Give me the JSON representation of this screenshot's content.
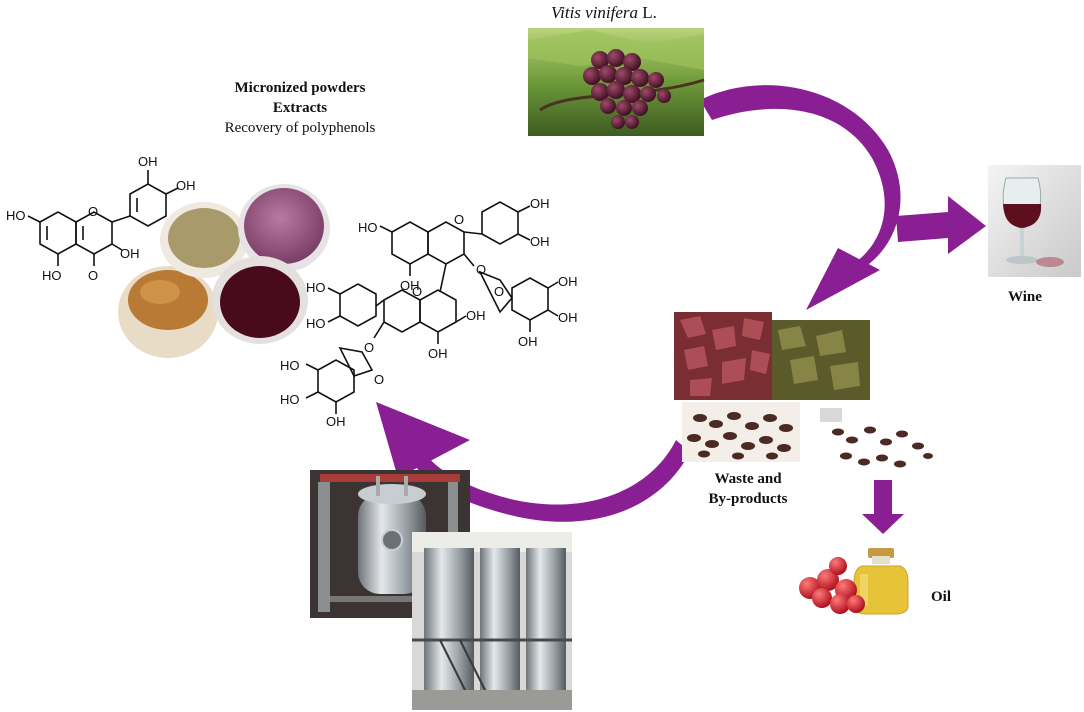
{
  "title": {
    "species": "Vitis vinifera",
    "authority": "L."
  },
  "products": {
    "line1": "Micronized powders",
    "line2": "Extracts",
    "line3": "Recovery of polyphenols"
  },
  "labels": {
    "wine": "Wine",
    "waste_line1": "Waste and",
    "waste_line2": "By-products",
    "oil": "Oil"
  },
  "molecules": {
    "quercetin_oh": "OH",
    "quercetin_ho": "HO",
    "quercetin_o": "O",
    "procyanidin_oh": "OH",
    "procyanidin_ho": "HO",
    "procyanidin_o": "O"
  },
  "colors": {
    "arrow": "#8a1f93",
    "arrow_dark": "#6e1677",
    "grape": "#5b1a33",
    "wine": "#5e0f1e",
    "oil": "#e7c437"
  },
  "icons": {
    "grapes_photo": "grape-vine-photo-icon",
    "wine_photo": "wine-glass-photo-icon",
    "pomace_photo": "pomace-photo-icon",
    "seeds_photo": "grape-seeds-photo-icon",
    "oil_photo": "oil-bottle-photo-icon",
    "plant_photo": "industrial-plant-photo-icon"
  }
}
